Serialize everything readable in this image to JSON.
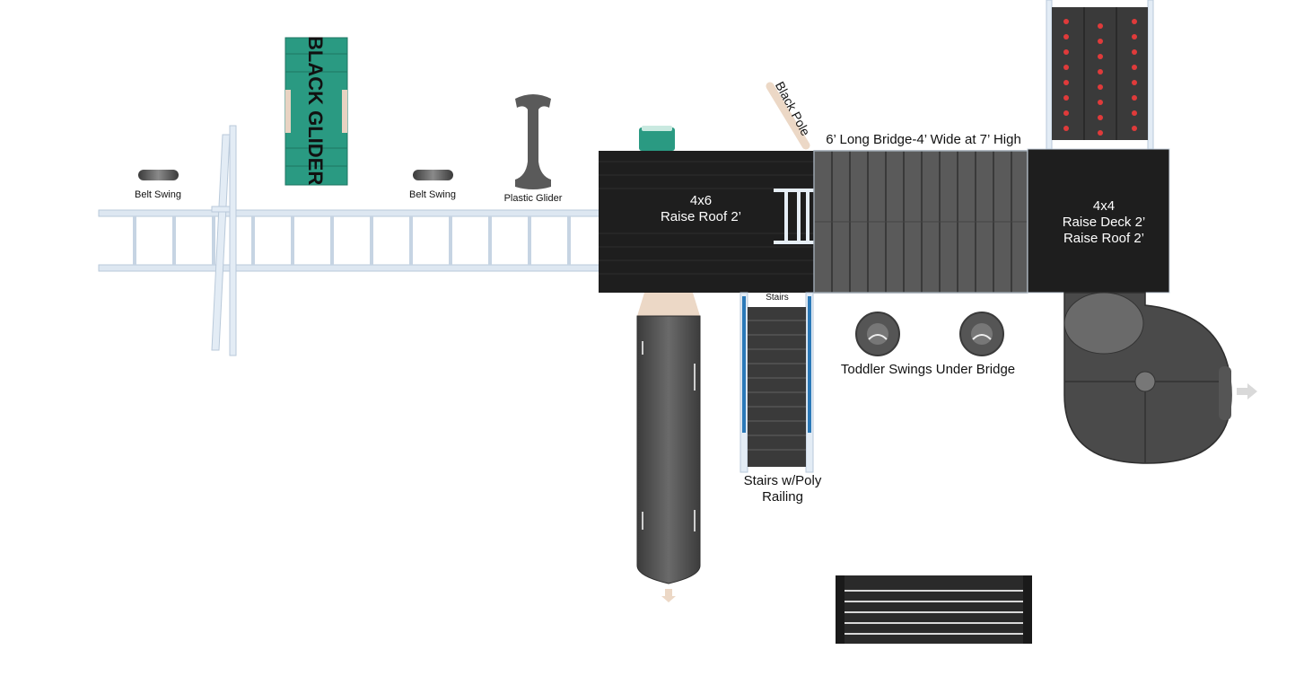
{
  "labels": {
    "belt_swing_left": "Belt Swing",
    "black_glider": "BLACK GLIDER",
    "belt_swing_right": "Belt Swing",
    "plastic_glider": "Plastic Glider",
    "black_pole": "Black Pole",
    "bridge": "6’ Long Bridge-4’ Wide at 7’ High",
    "deck_4x6": "4x6\nRaise Roof 2’",
    "deck_4x4": "4x4\nRaise Deck 2’\nRaise Roof 2’",
    "stairs_small": "Stairs",
    "stairs": "Stairs w/Poly\nRailing",
    "toddler_swings": "Toddler Swings Under Bridge"
  },
  "colors": {
    "deck": "#1e1e1e",
    "bridge": "#555555",
    "glider": "#2a9a82",
    "slide": "#4a4a4a",
    "rail_blue": "#d7e3ef",
    "accent_red": "#e03a3a",
    "arrow": "#d9d9d9"
  },
  "icons": [
    "down-arrow-icon",
    "right-arrow-icon"
  ]
}
